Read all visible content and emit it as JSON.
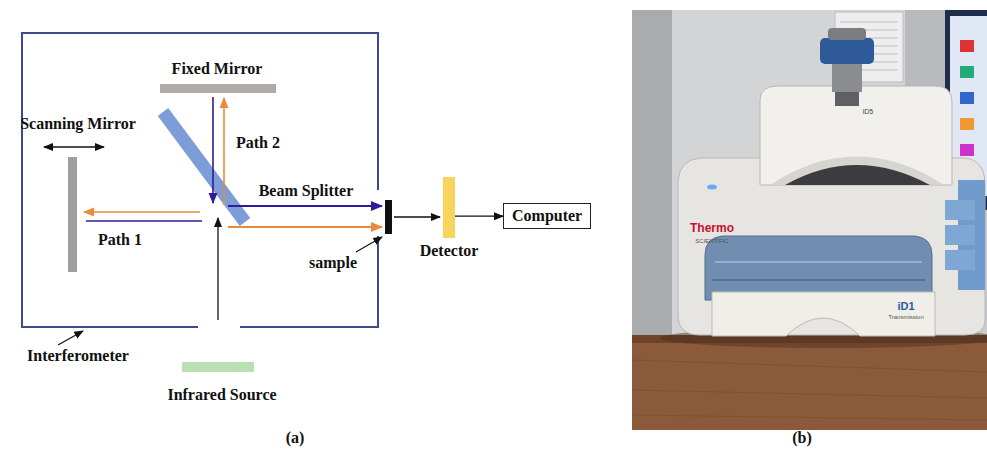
{
  "diagram": {
    "nodes": [
      {
        "text": [
          "Detector"
        ]
      },
      {
        "text": [
          "Computer"
        ]
      }
    ],
    "edges": [
      {
        "from": 0,
        "to": 1,
        "arrow": "to"
      }
    ],
    "labels": [
      "Fixed Mirror",
      "Scanning Mirror",
      "Path 2",
      "Path 1",
      "Beam Splitter",
      "sample",
      "Interferometer",
      "Infrared Source",
      "(a)",
      "(b)",
      "Thermo",
      "SCIENTIFIC",
      "iD5",
      "iD1",
      "Transmission"
    ]
  }
}
